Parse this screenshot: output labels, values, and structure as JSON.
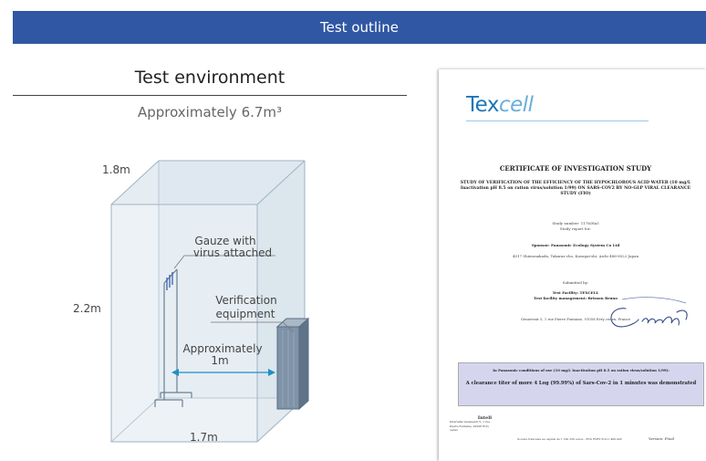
{
  "header": {
    "title": "Test outline"
  },
  "environment": {
    "title": "Test environment",
    "volume": "Approximately 6.7m³",
    "dims": {
      "depth": "1.8m",
      "height": "2.2m",
      "width": "1.7m"
    },
    "labels": {
      "gauze_line1": "Gauze with",
      "gauze_line2": "virus attached",
      "equip_line1": "Verification",
      "equip_line2": "equipment",
      "distance_line1": "Approximately",
      "distance_line2": "1m"
    }
  },
  "certificate": {
    "logo_main": "Tex",
    "logo_accent": "cell",
    "title": "CERTIFICATE OF INVESTIGATION STUDY",
    "subtitle": "STUDY OF VERIFICATION OF THE EFFICIENCY OF THE HYPOCHLOROUS ACID WATER (10 mg/L Inactivation pH 8.5 on ration virus/solution 1/99) ON SARS-COV2 BY NO-GLP VIRAL CLEARANCE STUDY (FIO)",
    "study_number": "Study number: 1176/Ha5",
    "study_report": "Study report for:",
    "sponsor": "Sponsor: Panasonic Ecology System Co Ltd",
    "address": "4017 Shimonakada, Takaraz-cho, Kasugai-shi, Aichi 486-8522 Japan",
    "submitted": "Submitted by:",
    "facility": "Test Facility: TEXCELL",
    "facility_mgmt": "Test facility management: Brisson Bruno",
    "facility_addr": "Genavenir 5, 1 rue Pierre Fontaine, 91058 Evry cedex, France",
    "box_line1": "In Panasonic conditions of use (10 mg/L Inactivation pH 8.5 on ration virus/solution 1/99):",
    "box_line2": "A clearance titer of more 4 Log (99.99%) of Sars-Cov-2 in 1 minutes was demonstrated",
    "footer_brand": "Intell",
    "footer_text": "Intervalle Genavenir 5, 1 rue Pierre Fontaine, 91058 Evry cedex",
    "footer_mid": "Societe francaise au capital de 1 160 250 euros - RCS EVRY B 411 489 445",
    "version": "Version: Final"
  }
}
